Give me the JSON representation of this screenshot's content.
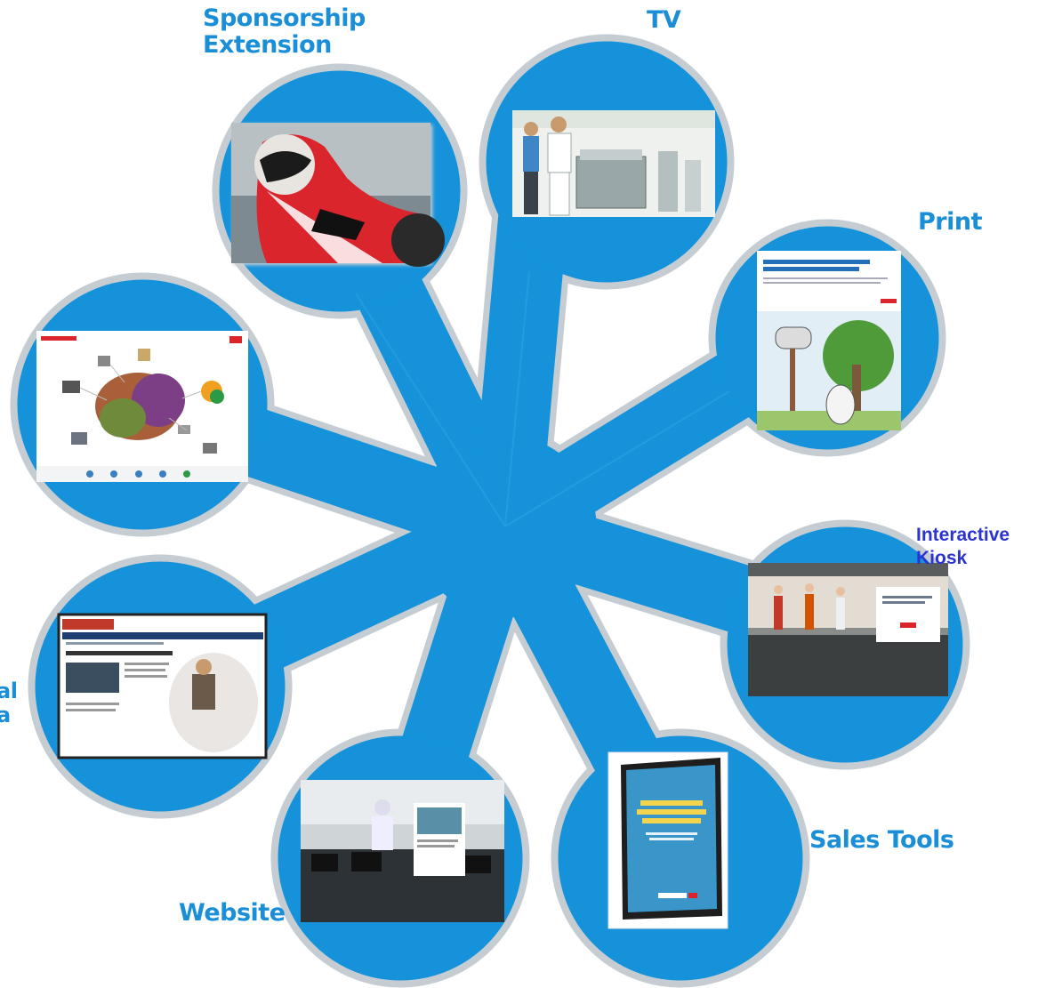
{
  "colors": {
    "hub_blue": "#1592da",
    "outline_grey": "#c5cdd3",
    "label_blue": "#1a8ed6",
    "kiosk_label_blue": "#2b34d3",
    "background": "#ffffff"
  },
  "labels": {
    "sponsorship": [
      "Sponsorship",
      "Extension"
    ],
    "tv": "TV",
    "print": "Print",
    "interactive_kiosk": [
      "Interactive",
      "Kiosk"
    ],
    "sales_tools": "Sales Tools",
    "website": "Website",
    "social_media": [
      "al",
      "a"
    ]
  },
  "images": {
    "sponsorship": "photo-motorcycle-racer",
    "tv": "illustration-office-printer-scene",
    "print": "print-ad-mailbox-cartoon",
    "brain": "interactive-brain-infographic",
    "kiosk": "kiosk-subway-ad",
    "social_media": "screenshot-cnnmoney-webpage",
    "website": "photo-office-workspace",
    "sales_tools": "sales-brochure-poster"
  }
}
